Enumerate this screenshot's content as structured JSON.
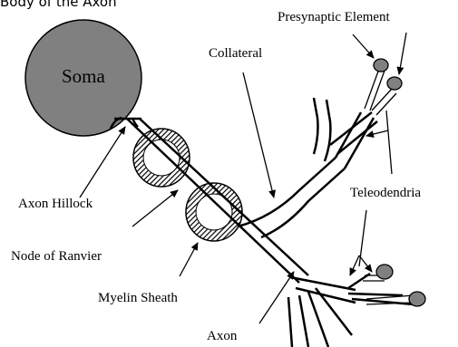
{
  "figure": {
    "top_caption": "Body of the Axon"
  },
  "labels": {
    "soma": "Soma",
    "presynaptic_element": "Presynaptic Element",
    "collateral": "Collateral",
    "teleodendria": "Teleodendria",
    "axon_hillock": "Axon Hillock",
    "node_of_ranvier": "Node of Ranvier",
    "myelin_sheath": "Myelin Sheath",
    "axon": "Axon"
  },
  "colors": {
    "soma_fill": "#808080",
    "terminal_fill": "#808080",
    "ink": "#000000"
  }
}
